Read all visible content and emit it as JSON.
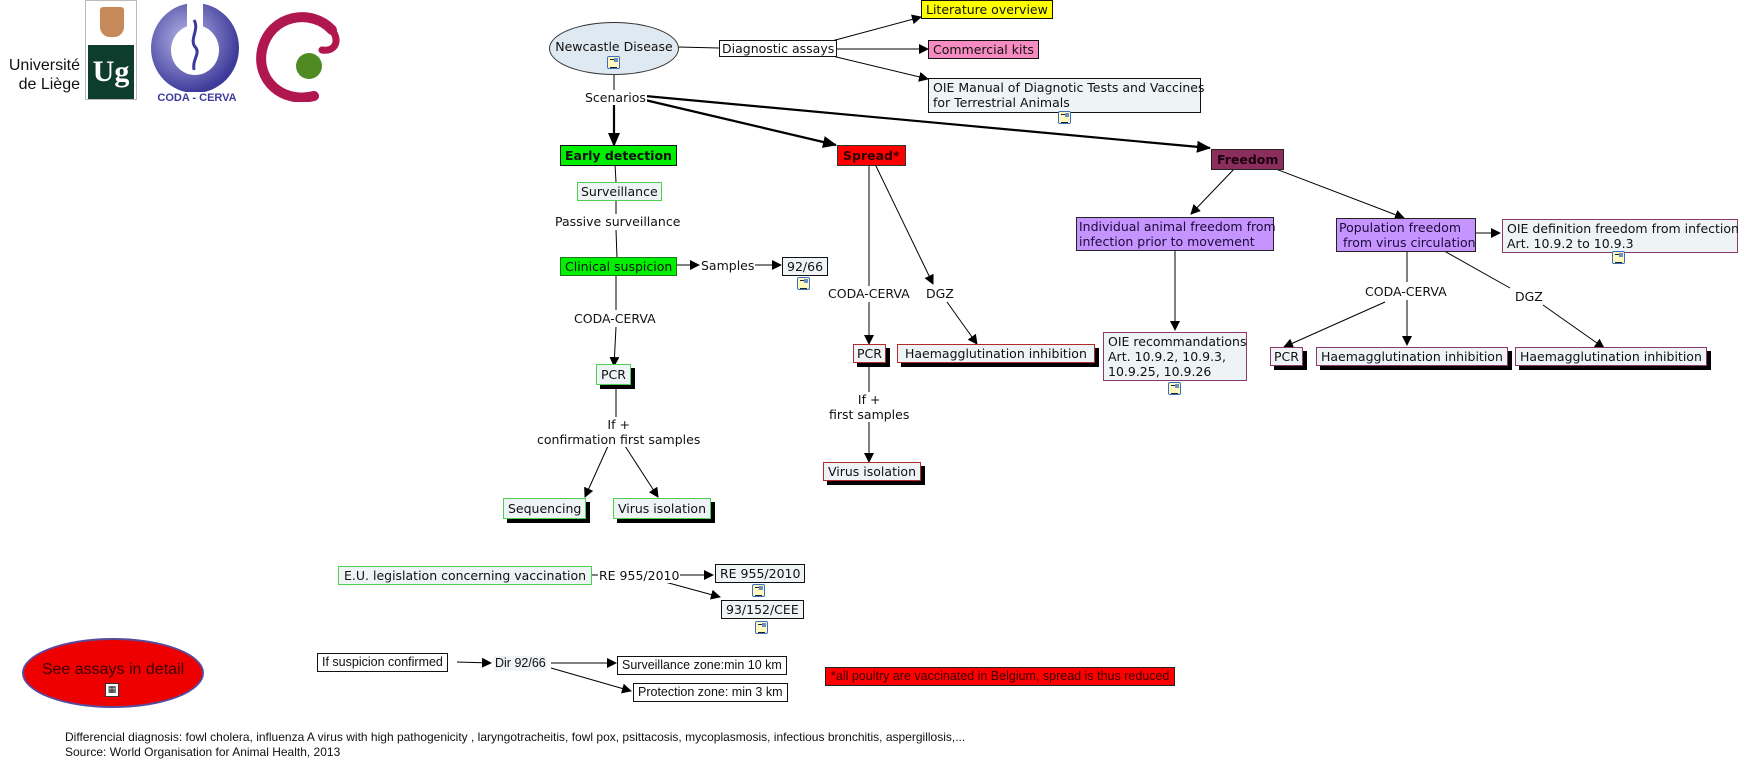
{
  "logos": {
    "ulg_text_line1": "Université",
    "ulg_text_line2": "de Liège",
    "ulg_mark": "Ug",
    "coda_label": "CODA - CERVA"
  },
  "root": {
    "title": "Newcastle Disease",
    "links": {
      "diagnostic": "Diagnostic assays",
      "scenarios": "Scenarios"
    }
  },
  "diagnostic_targets": {
    "literature": "Literature overview",
    "commercial": "Commercial kits",
    "oie_manual_line1": "OIE Manual of Diagnotic Tests and Vaccines",
    "oie_manual_line2": "for Terrestrial Animals"
  },
  "early_detection": {
    "title": "Early detection",
    "surveillance": "Surveillance",
    "passive": "Passive surveillance",
    "clinical": "Clinical suspicion",
    "samples": "Samples",
    "directive": "92/66",
    "lab": "CODA-CERVA",
    "pcr": "PCR",
    "condition_line1": "If +",
    "condition_line2": "confirmation first samples",
    "sequencing": "Sequencing",
    "virus_isolation": "Virus isolation"
  },
  "spread": {
    "title": "Spread*",
    "lab1": "CODA-CERVA",
    "lab2": "DGZ",
    "pcr": "PCR",
    "hi": "Haemagglutination inhibition",
    "condition_line1": "If +",
    "condition_line2": "first samples",
    "virus_isolation": "Virus isolation"
  },
  "freedom": {
    "title": "Freedom",
    "individual_line1": "Individual animal freedom from",
    "individual_line2": "infection prior to movement",
    "oie_reco_line1": "OIE recommandations",
    "oie_reco_line2": "Art. 10.9.2, 10.9.3,",
    "oie_reco_line3": "10.9.25, 10.9.26",
    "population_line1": "Population freedom",
    "population_line2": " from virus circulation",
    "oie_def_line1": "OIE definition freedom from infection",
    "oie_def_line2": "Art. 10.9.2 to 10.9.3",
    "lab1": "CODA-CERVA",
    "lab2": "DGZ",
    "pcr": "PCR",
    "hi1": "Haemagglutination inhibition",
    "hi2": "Haemagglutination inhibition"
  },
  "vaccination": {
    "title": "E.U. legislation concerning vaccination",
    "link": "RE 955/2010",
    "target1": "RE 955/2010",
    "target2": "93/152/CEE"
  },
  "suspicion": {
    "title": "If suspicion confirmed",
    "link": "Dir 92/66",
    "zone1": "Surveillance zone:min 10 km",
    "zone2": "Protection zone: min 3 km"
  },
  "see_assays": "See assays in detail",
  "note": "*all poultry are vaccinated in Belgium, spread is thus reduced",
  "footer": {
    "differential": "Differencial diagnosis: fowl cholera, influenza A virus with high pathogenicity , laryngotracheitis, fowl pox, psittacosis, mycoplasmosis, infectious bronchitis, aspergillosis,...",
    "source": "Source: World Organisation for Animal Health, 2013"
  },
  "colors": {
    "early_detection": "#00ee00",
    "spread": "#ff0000",
    "freedom": "#8b2e5c",
    "freedom_sub": "#c694ff",
    "literature": "#ffff00",
    "commercial": "#f58bc0",
    "root_fill": "#dfe9f1"
  }
}
